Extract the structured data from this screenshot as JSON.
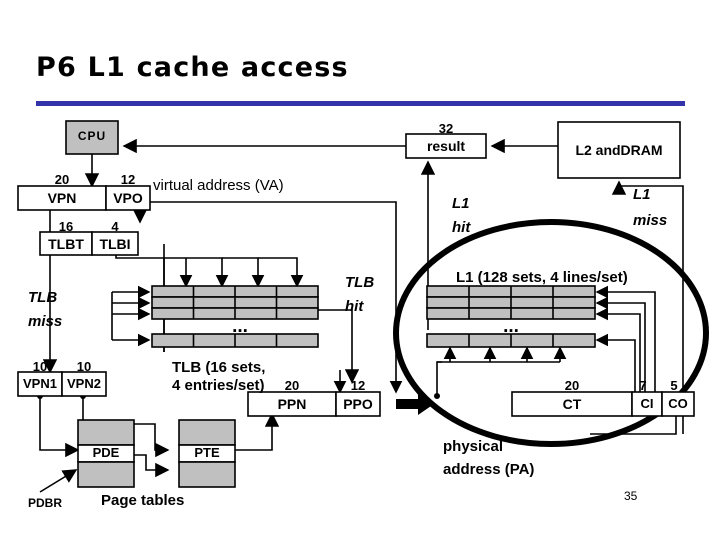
{
  "slide": {
    "title": "P6 L1 cache access",
    "page_number": "35",
    "accent_color": "#3333aa",
    "fill_color": "#c0c0c0"
  },
  "boxes": {
    "cpu": "CPU",
    "result": "result",
    "result_bits": "32",
    "l2": "L2 andDRAM",
    "vpn": "VPN",
    "vpn_bits": "20",
    "vpo": "VPO",
    "vpo_bits": "12",
    "tlbt": "TLBT",
    "tlbt_bits": "16",
    "tlbi": "TLBI",
    "tlbi_bits": "4",
    "vpn1": "VPN1",
    "vpn1_bits": "10",
    "vpn2": "VPN2",
    "vpn2_bits": "10",
    "ppn": "PPN",
    "ppn_bits": "20",
    "ppo": "PPO",
    "ppo_bits": "12",
    "ct": "CT",
    "ct_bits": "20",
    "ci": "CI",
    "ci_bits": "7",
    "co": "CO",
    "co_bits": "5",
    "pde": "PDE",
    "pte": "PTE"
  },
  "labels": {
    "virtual_address": "virtual address (VA)",
    "tlb_miss_line1": "TLB",
    "tlb_miss_line2": "miss",
    "tlb_hit_line1": "TLB",
    "tlb_hit_line2": "hit",
    "l1_hit_line1": "L1",
    "l1_hit_line2": "hit",
    "l1_miss_line1": "L1",
    "l1_miss_line2": "miss",
    "tlb_caption_line1": "TLB (16 sets,",
    "tlb_caption_line2": "4 entries/set)",
    "l1_caption": "L1 (128 sets, 4 lines/set)",
    "physical_address_line1": "physical",
    "physical_address_line2": "address (PA)",
    "page_tables": "Page tables",
    "pdbr": "PDBR",
    "tlb_ellipsis": "...",
    "l1_ellipsis": "..."
  }
}
